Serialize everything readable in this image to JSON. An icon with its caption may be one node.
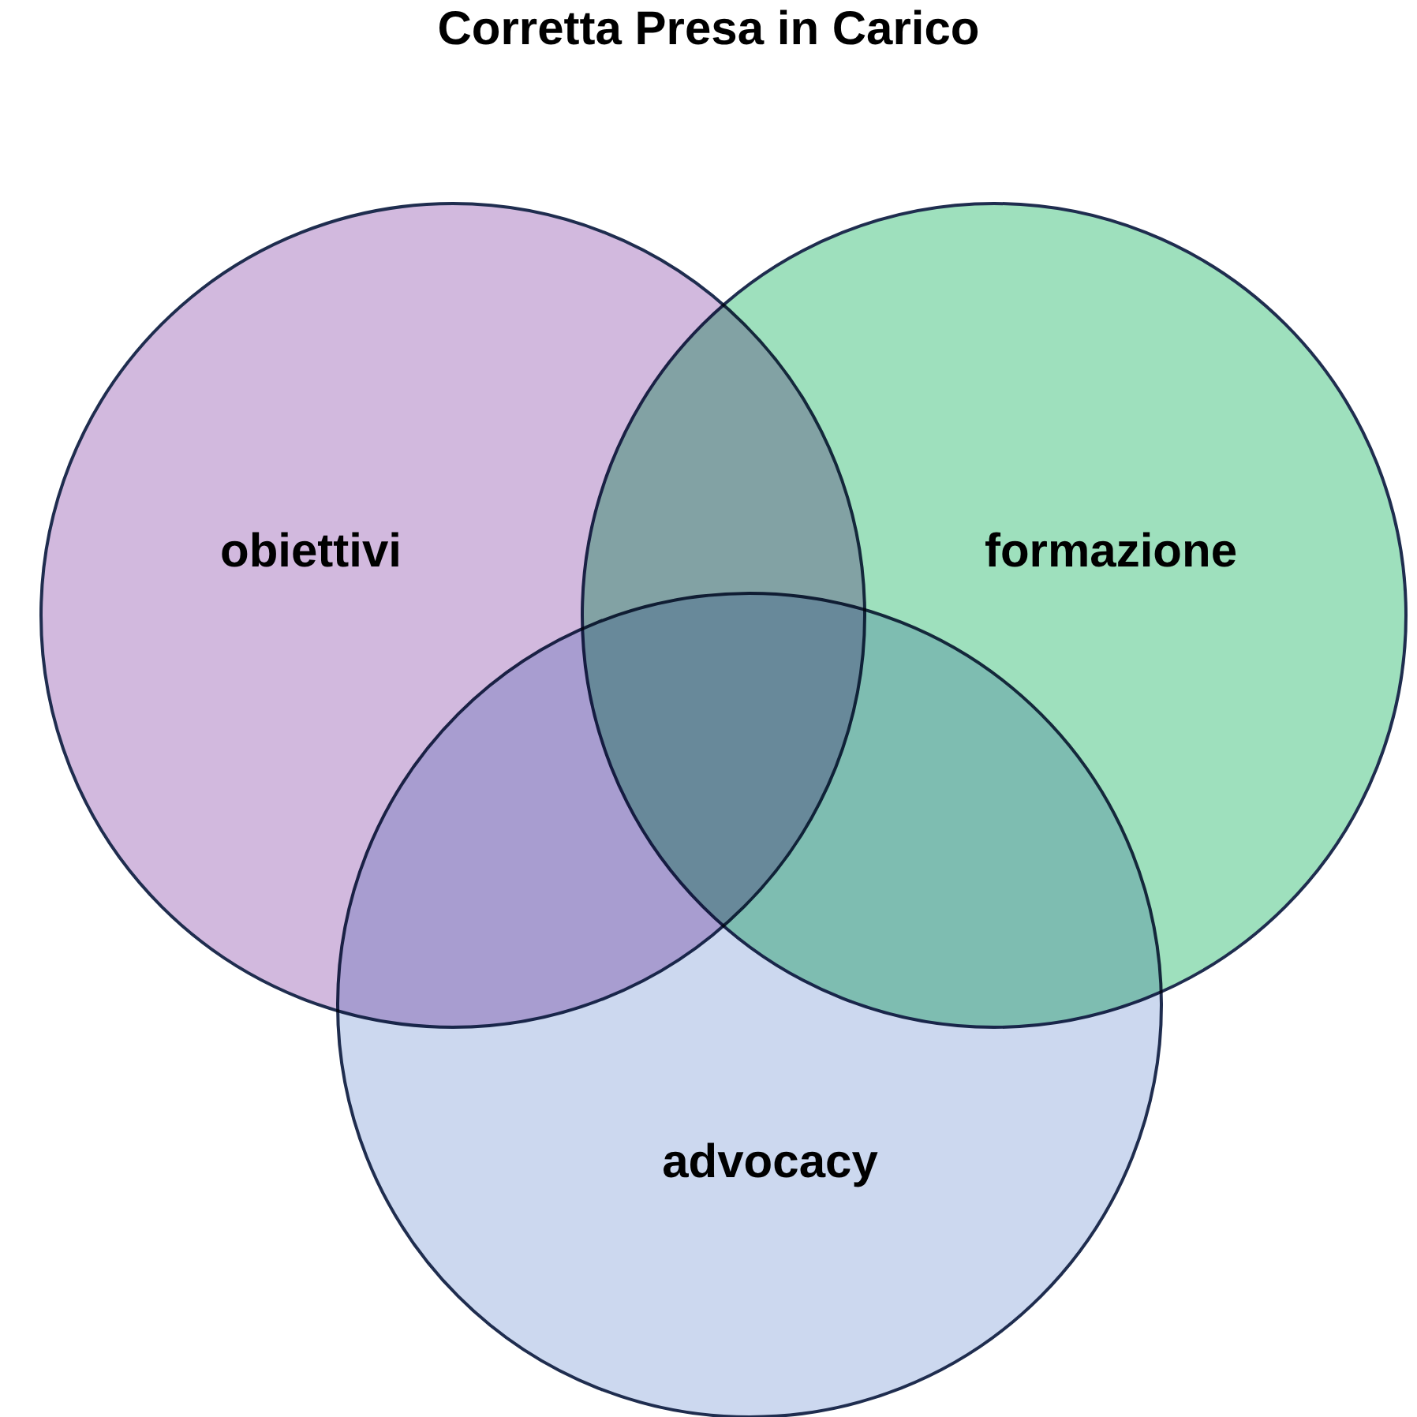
{
  "diagram": {
    "title": "Corretta Presa in Carico",
    "nodes": [
      {
        "text": [
          "obiettivi"
        ]
      },
      {
        "text": [
          "formazione"
        ]
      },
      {
        "text": [
          "advocacy"
        ]
      }
    ],
    "edges": []
  }
}
